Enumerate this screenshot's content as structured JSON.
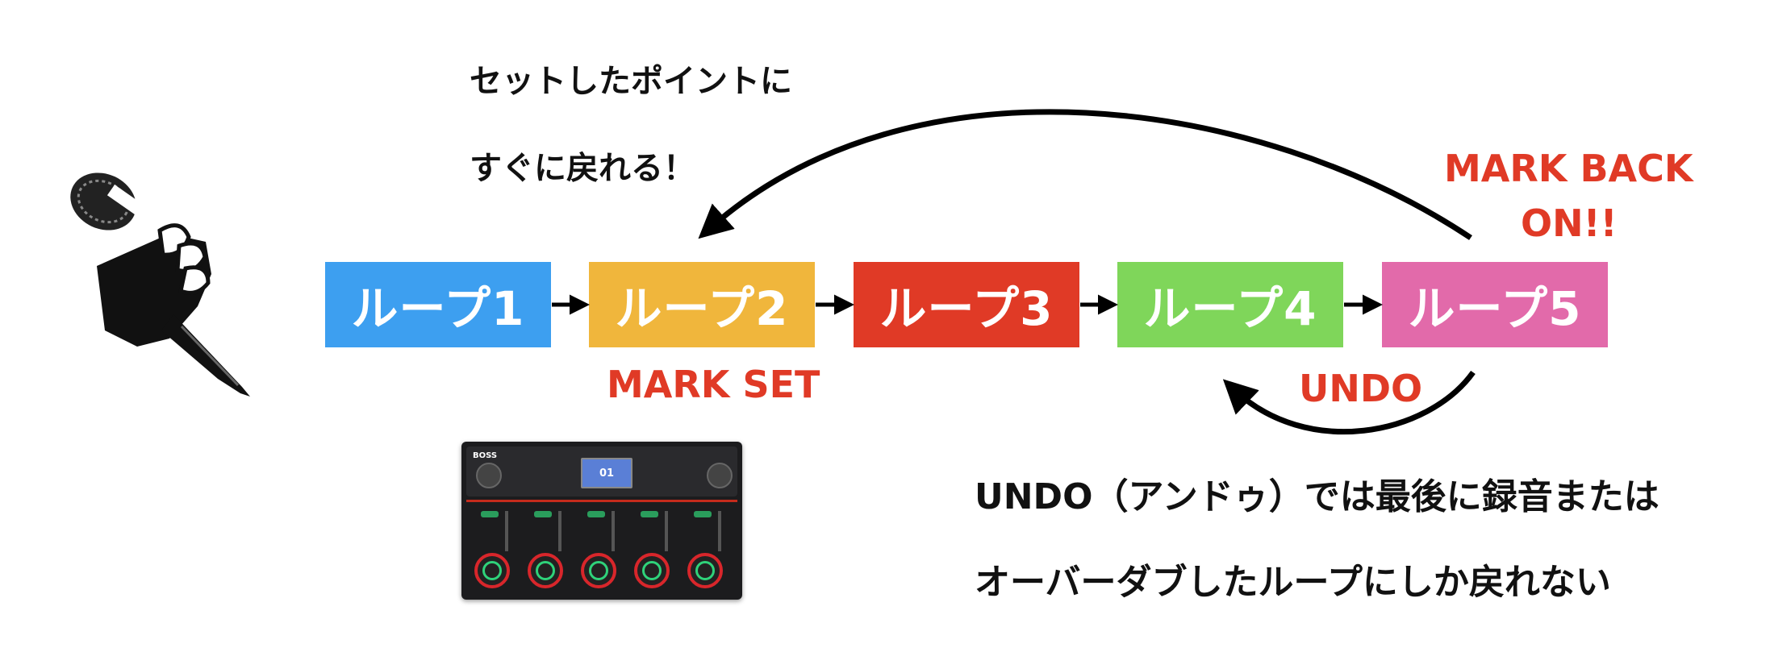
{
  "top_caption": {
    "line1": "セットしたポイントに",
    "line2": "すぐに戻れる！"
  },
  "loops": [
    {
      "label": "ループ1",
      "color": "#3d9ff0"
    },
    {
      "label": "ループ2",
      "color": "#f0b63c"
    },
    {
      "label": "ループ3",
      "color": "#e03a26"
    },
    {
      "label": "ループ4",
      "color": "#7fd65a"
    },
    {
      "label": "ループ5",
      "color": "#e26aaa"
    }
  ],
  "callouts": {
    "mark_set": "MARK SET",
    "mark_back_line1": "MARK BACK",
    "mark_back_line2": "ON!!",
    "undo": "UNDO"
  },
  "bottom_caption": {
    "line1": "UNDO（アンドゥ）では最後に録音または",
    "line2": "オーバーダブしたループにしか戻れない"
  },
  "device": {
    "brand": "BOSS",
    "screen_number": "01"
  },
  "colors": {
    "accent": "#e03a26",
    "arrow": "#000000",
    "text": "#111111"
  },
  "icons": [
    "microphone-hand-icon",
    "loop-station-device-icon"
  ]
}
